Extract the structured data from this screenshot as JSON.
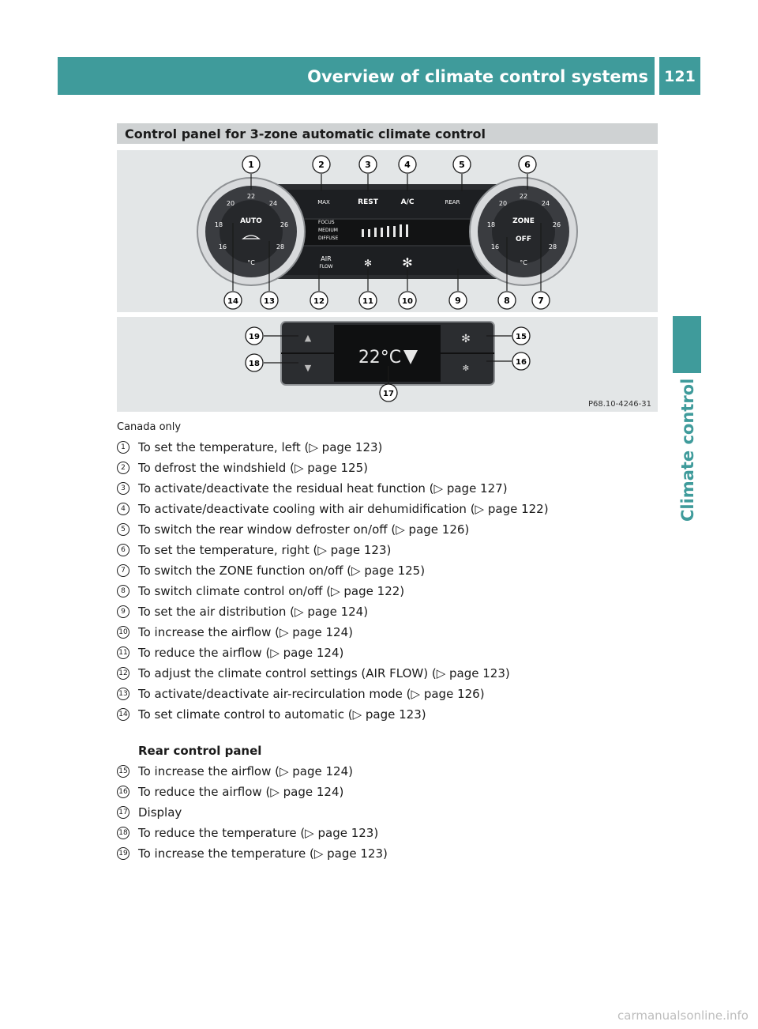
{
  "header": {
    "title": "Overview of climate control systems",
    "page_number": "121",
    "side_label": "Climate control"
  },
  "section": {
    "heading": "Control panel for 3-zone automatic climate control"
  },
  "figure": {
    "code": "P68.10-4246-31",
    "front_panel": {
      "left_dial": {
        "labels": [
          "AUTO",
          "°C"
        ],
        "scale": [
          "16",
          "18",
          "20",
          "22",
          "24",
          "26",
          "28"
        ]
      },
      "right_dial": {
        "labels": [
          "ZONE",
          "OFF",
          "°C"
        ],
        "scale": [
          "16",
          "18",
          "20",
          "22",
          "24",
          "26",
          "28"
        ]
      },
      "buttons_top": [
        "MAX",
        "REST",
        "A/C",
        "REAR"
      ],
      "airflow_modes": [
        "FOCUS",
        "MEDIUM",
        "DIFFUSE"
      ],
      "buttons_bottom": [
        "AIR",
        "FLOW"
      ]
    },
    "rear_panel": {
      "display": "22°C"
    },
    "callouts": [
      "1",
      "2",
      "3",
      "4",
      "5",
      "6",
      "7",
      "8",
      "9",
      "10",
      "11",
      "12",
      "13",
      "14",
      "15",
      "16",
      "17",
      "18",
      "19"
    ]
  },
  "note": "Canada only",
  "items": [
    {
      "num": "1",
      "text": "To set the temperature, left (▷ page 123)"
    },
    {
      "num": "2",
      "text": "To defrost the windshield (▷ page 125)"
    },
    {
      "num": "3",
      "text": "To activate/deactivate the residual heat function (▷ page 127)"
    },
    {
      "num": "4",
      "text": "To activate/deactivate cooling with air dehumidification (▷ page 122)"
    },
    {
      "num": "5",
      "text": "To switch the rear window defroster on/off (▷ page 126)"
    },
    {
      "num": "6",
      "text": "To set the temperature, right (▷ page 123)"
    },
    {
      "num": "7",
      "text": "To switch the ZONE function on/off (▷ page 125)"
    },
    {
      "num": "8",
      "text": "To switch climate control on/off (▷ page 122)"
    },
    {
      "num": "9",
      "text": "To set the air distribution (▷ page 124)"
    },
    {
      "num": "10",
      "text": "To increase the airflow (▷ page 124)"
    },
    {
      "num": "11",
      "text": "To reduce the airflow (▷ page 124)"
    },
    {
      "num": "12",
      "text": "To adjust the climate control settings (AIR FLOW) (▷ page 123)"
    },
    {
      "num": "13",
      "text": "To activate/deactivate air-recirculation mode (▷ page 126)"
    },
    {
      "num": "14",
      "text": "To set climate control to automatic (▷ page 123)"
    }
  ],
  "rear": {
    "heading": "Rear control panel",
    "items": [
      {
        "num": "15",
        "text": "To increase the airflow (▷ page 124)"
      },
      {
        "num": "16",
        "text": "To reduce the airflow (▷ page 124)"
      },
      {
        "num": "17",
        "text": "Display"
      },
      {
        "num": "18",
        "text": "To reduce the temperature (▷ page 123)"
      },
      {
        "num": "19",
        "text": "To increase the temperature (▷ page 123)"
      }
    ]
  },
  "watermark": "carmanualsonline.info",
  "colors": {
    "accent": "#3f9b9b",
    "heading_bg": "#cfd2d3",
    "figure_bg": "#e3e6e7"
  }
}
